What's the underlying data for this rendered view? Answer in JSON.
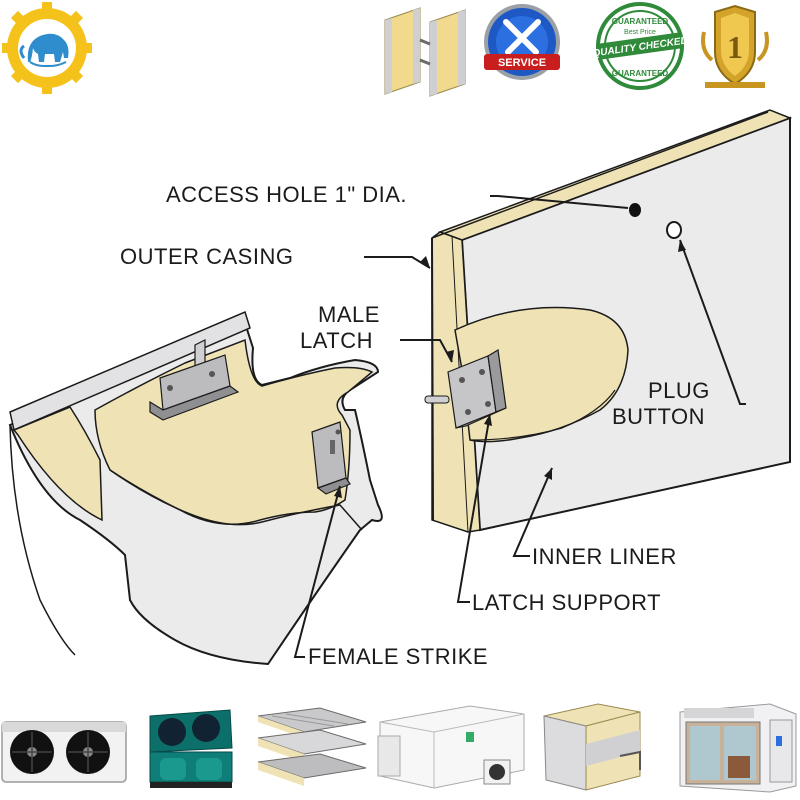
{
  "header": {
    "badges": {
      "service": "SERVICE",
      "quality_top": "GUARANTEED",
      "quality_small": "Best Price",
      "quality_main": "QUALITY CHECKED",
      "quality_bottom": "GUARANTEED",
      "rank_number": "1"
    },
    "icons": [
      "elephant-gear-logo",
      "sandwich-panel-icon",
      "service-tools-icon",
      "quality-checked-seal",
      "gold-rank-badge"
    ]
  },
  "diagram": {
    "labels": {
      "access_hole": "ACCESS HOLE  1\" DIA.",
      "outer_casing": "OUTER CASING",
      "male_latch_line1": "MALE",
      "male_latch_line2": "LATCH",
      "plug_line1": "PLUG",
      "plug_line2": "BUTTON",
      "inner_liner": "INNER LINER",
      "latch_support": "LATCH SUPPORT",
      "female_strike": "FEMALE STRIKE"
    },
    "colors": {
      "foam": "#efe3b6",
      "steel": "#e6e6e8",
      "outline": "#1b1b1b",
      "latch": "#b9b9b9"
    }
  },
  "products": {
    "items": [
      "evaporator-unit",
      "condensing-unit",
      "sandwich-panels-stack",
      "cold-room-with-outdoor-unit",
      "insulated-panel-section",
      "glass-door-cold-room"
    ]
  }
}
